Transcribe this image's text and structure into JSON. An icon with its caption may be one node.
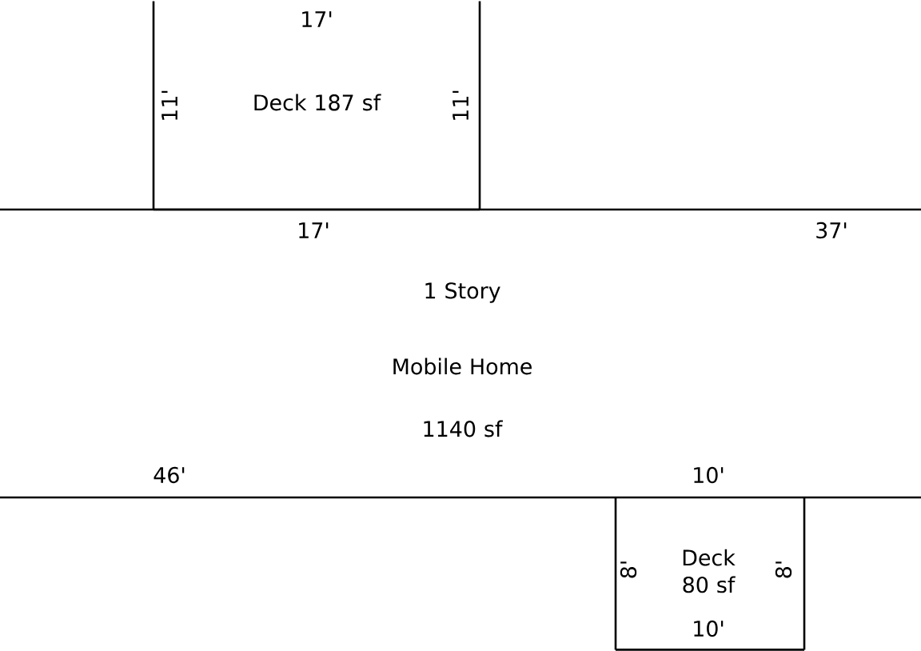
{
  "diagram": {
    "nodes": [
      {
        "text": [
          "Deck 187 sf"
        ]
      },
      {
        "text": [
          "1 Story",
          "Mobile Home",
          "1140 sf"
        ]
      },
      {
        "text": [
          "Deck 80 sf"
        ]
      }
    ],
    "labels": [
      "17'",
      "11'",
      "11'",
      "17'",
      "37'",
      "46'",
      "10'",
      "8'",
      "8'",
      "10'"
    ]
  }
}
